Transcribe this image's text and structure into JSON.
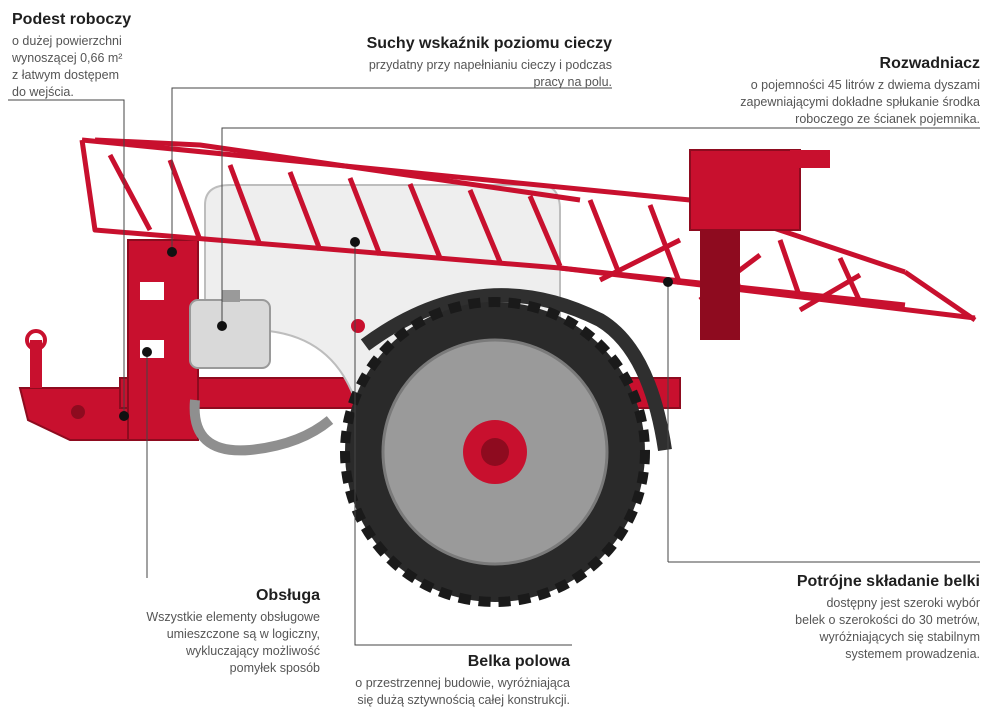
{
  "colors": {
    "frame_red": "#c8102e",
    "dark_red": "#8e0b1f",
    "tank_white": "#eeeeee",
    "tire": "#2a2a2a",
    "rim_grey": "#9a9a9a",
    "leader_line": "#444444"
  },
  "callouts": {
    "podest": {
      "title": "Podest roboczy",
      "desc": "o dużej powierzchni\nwynoszącej 0,66 m²\nz łatwym dostępem\ndo wejścia."
    },
    "wskaznik": {
      "title": "Suchy wskaźnik poziomu cieczy",
      "desc": "przydatny przy napełnianiu cieczy i podczas\npracy na polu."
    },
    "rozwadniacz": {
      "title": "Rozwadniacz",
      "desc": "o pojemności 45 litrów z dwiema dyszami\nzapewniającymi dokładne spłukanie środka\nroboczego ze ścianek pojemnika."
    },
    "obsluga": {
      "title": "Obsługa",
      "desc": "Wszystkie elementy obsługowe\numieszczone są w logiczny,\nwykluczający możliwość\npomyłek sposób"
    },
    "belka": {
      "title": "Belka polowa",
      "desc": "o przestrzennej budowie, wyróżniająca\nsię dużą sztywnością całej konstrukcji."
    },
    "skladanie": {
      "title": "Potrójne składanie belki",
      "desc": "dostępny jest szeroki wybór\nbelek o szerokości do 30 metrów,\nwyróżniających się stabilnym\nsystemem prowadzenia."
    }
  }
}
